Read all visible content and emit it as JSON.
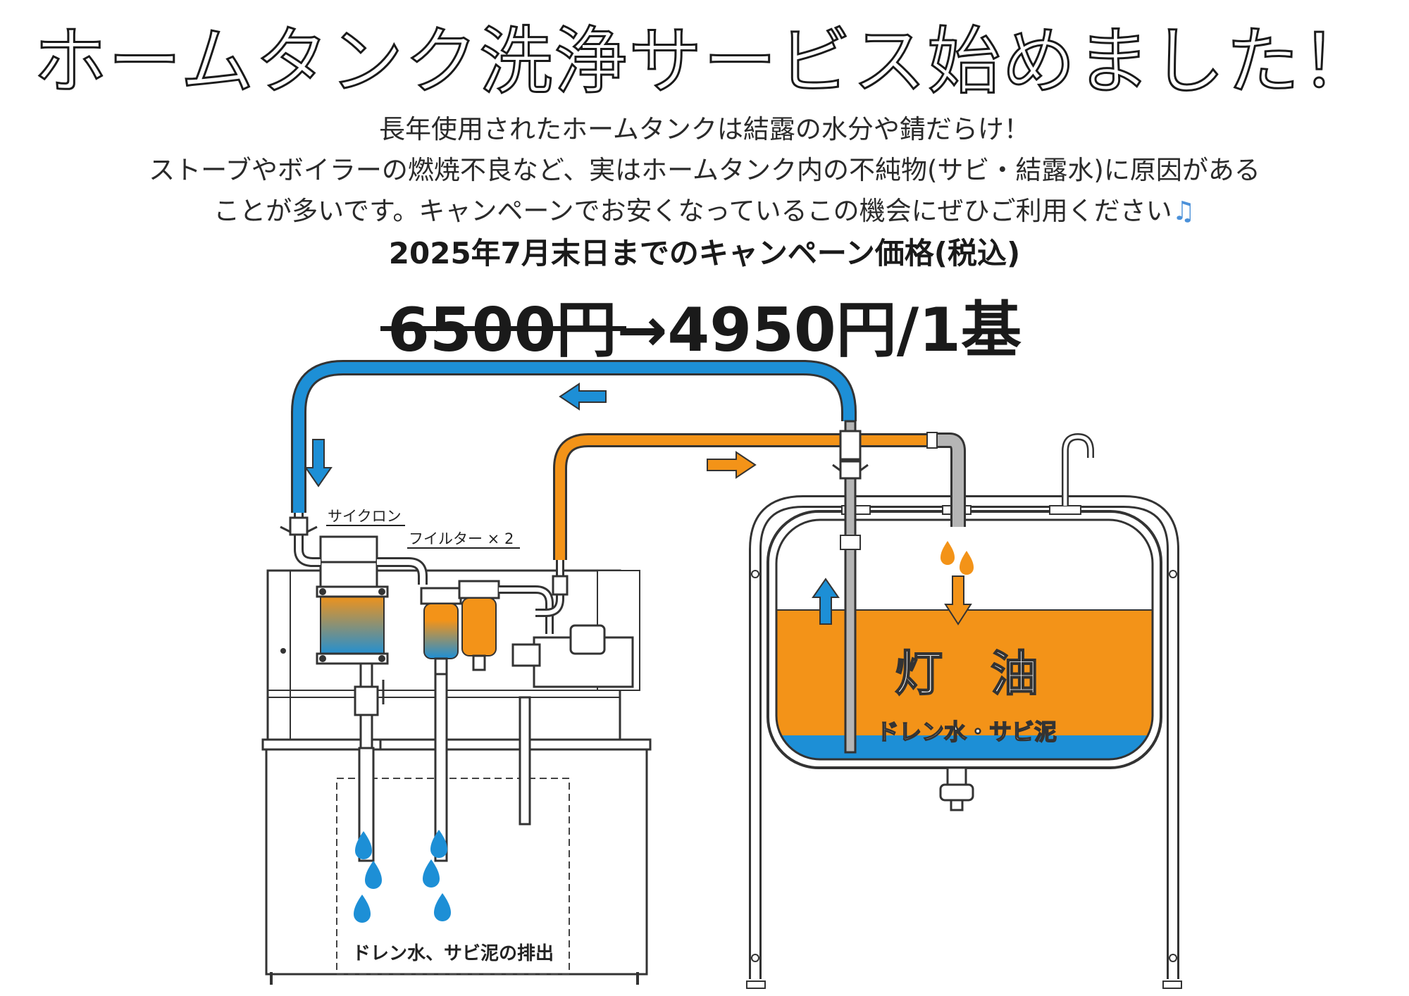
{
  "headline": "ホームタンク洗浄サービス始めました！",
  "intro": {
    "line1": "長年使用されたホームタンクは結露の水分や錆だらけ！",
    "line2": "ストーブやボイラーの燃焼不良など、実はホームタンク内の不純物(サビ・結露水)に原因がある",
    "line3": "ことが多いです。キャンペーンでお安くなっているこの機会にぜひご利用ください",
    "line3_icon": "♫"
  },
  "campaign_label": "2025年7月末日までのキャンペーン価格(税込)",
  "price": {
    "old": "6500円",
    "arrow": "→",
    "new": "4950円/1基"
  },
  "diagram": {
    "cyclone_label": "サイクロン",
    "filter_label": "フイルター × 2",
    "kerosene_label": "灯　油",
    "sludge_label": "ドレン水・サビ泥",
    "drain_label": "ドレン水、サビ泥の排出"
  },
  "colors": {
    "water_blue": "#1d8fd6",
    "oil_orange": "#f39318",
    "outline": "#333333"
  }
}
